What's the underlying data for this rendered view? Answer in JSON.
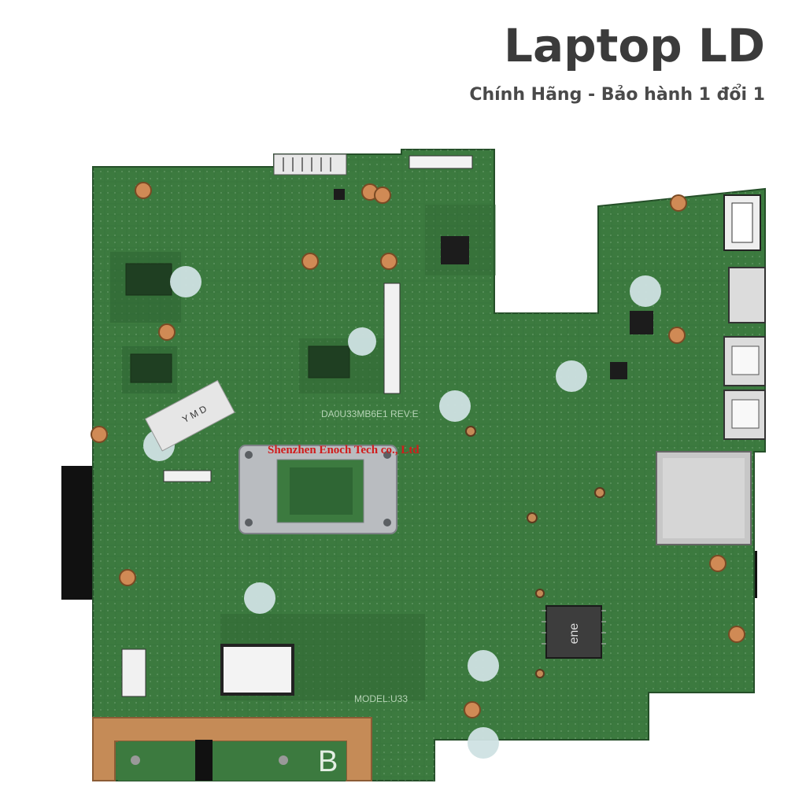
{
  "brand": {
    "title": "Laptop LD",
    "subtitle": "Chính Hãng - Bảo hành 1 đổi 1"
  },
  "board": {
    "silk_model_no": "DA0U33MB6E1 REV:E",
    "watermark": "Shenzhen Enoch Tech co., Ltd",
    "model_label": "MODEL:U33",
    "zone_label": "B",
    "chip_logo": "ene",
    "sticker_text": "Y M D",
    "colors": {
      "pcb": "#3c7a3f",
      "pcb_dark": "#2f6634",
      "copper": "#c58b57",
      "watermark": "#d11b1b",
      "bracket": "#b9bcc0",
      "label_pad": "#cfe1e3"
    }
  }
}
